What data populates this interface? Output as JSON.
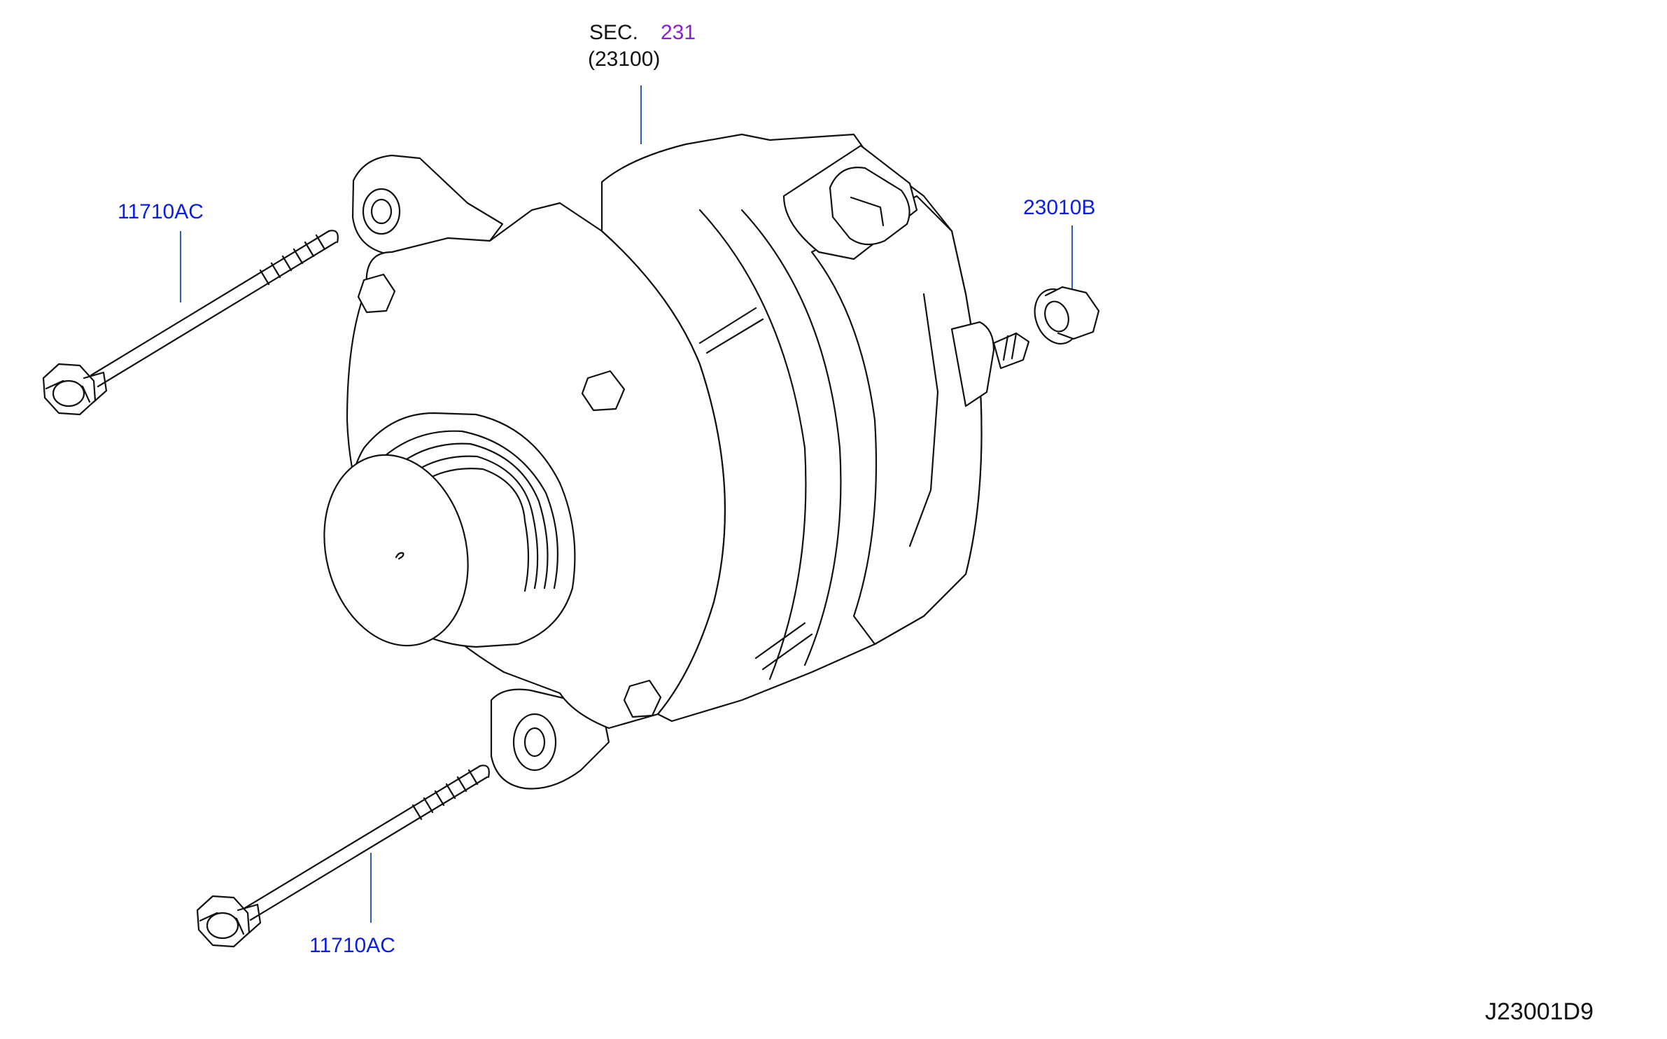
{
  "labels": {
    "sec_prefix": "SEC.",
    "sec_number": "231",
    "sec_sub": "(23100)",
    "bolt_upper": "11710AC",
    "bolt_lower": "11710AC",
    "nut": "23010B",
    "diagram_code": "J23001D9"
  },
  "colors": {
    "part_label": "#0a1ee8",
    "section_link": "#8a1ed8",
    "leader": "#2a5fb4",
    "outline": "#111111"
  }
}
